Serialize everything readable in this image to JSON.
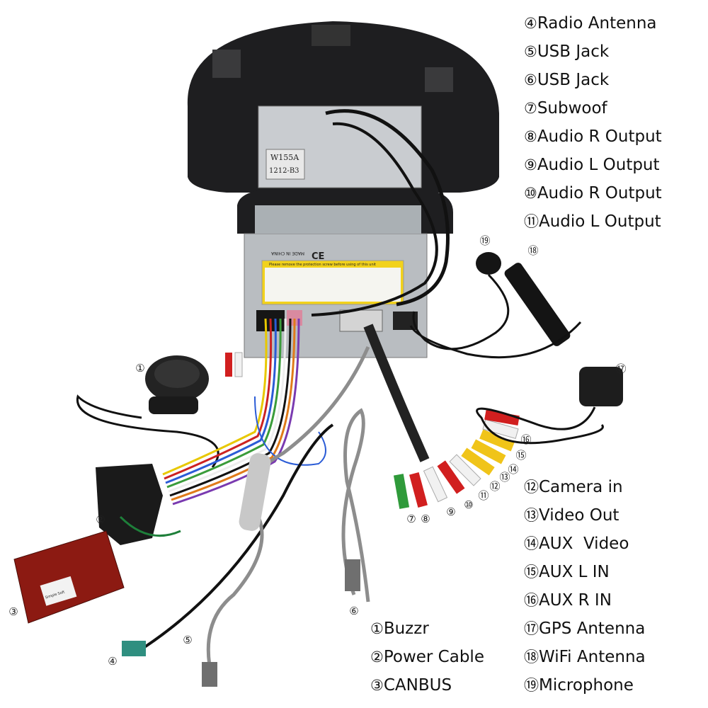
{
  "legend_top": [
    {
      "num": "④",
      "label": "Radio Antenna"
    },
    {
      "num": "⑤",
      "label": "USB Jack"
    },
    {
      "num": "⑥",
      "label": "USB Jack"
    },
    {
      "num": "⑦",
      "label": "Subwoof"
    },
    {
      "num": "⑧",
      "label": "Audio R Output"
    },
    {
      "num": "⑨",
      "label": "Audio L Output"
    },
    {
      "num": "⑩",
      "label": "Audio R Output"
    },
    {
      "num": "⑪",
      "label": "Audio L Output"
    }
  ],
  "legend_right": [
    {
      "num": "⑫",
      "label": "Camera in"
    },
    {
      "num": "⑬",
      "label": "Video Out"
    },
    {
      "num": "⑭",
      "label": "AUX  Video"
    },
    {
      "num": "⑮",
      "label": "AUX L IN"
    },
    {
      "num": "⑯",
      "label": "AUX R IN"
    },
    {
      "num": "⑰",
      "label": "GPS Antenna"
    },
    {
      "num": "⑱",
      "label": "WiFi Antenna"
    },
    {
      "num": "⑲",
      "label": "Microphone"
    }
  ],
  "legend_bottom": [
    {
      "num": "①",
      "label": "Buzzr"
    },
    {
      "num": "②",
      "label": "Power Cable"
    },
    {
      "num": "③",
      "label": "CANBUS"
    }
  ],
  "callouts": {
    "c1": "①",
    "c2": "②",
    "c3": "③",
    "c4": "④",
    "c5": "⑤",
    "c6": "⑥",
    "c7": "⑦",
    "c8": "⑧",
    "c9": "⑨",
    "c10": "⑩",
    "c11": "⑪",
    "c12": "⑫",
    "c13": "⑬",
    "c14": "⑭",
    "c15": "⑮",
    "c16": "⑯",
    "c17": "⑰",
    "c18": "⑱",
    "c19": "⑲"
  },
  "unit_labels": {
    "model": "W155A",
    "code": "1212-B3",
    "warning": "Please remove the protection screw before using of this unit",
    "made_in": "MADE IN CHINA",
    "ce_mark": "CE",
    "canbus_brand": "Simple Soft"
  },
  "colors": {
    "bezel": "#1e1e20",
    "chassis": "#bfc3c6",
    "label_yellow": "#f2d21c",
    "canbus_red": "#8c1a12",
    "fakra_green": "#2f8f80",
    "rca_red": "#d11f1f",
    "rca_white": "#f1f1f1",
    "rca_yellow": "#f0c419",
    "rca_green": "#2f9a3a"
  }
}
